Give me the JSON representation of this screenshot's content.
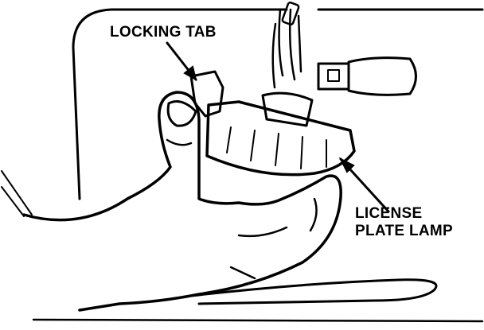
{
  "labels": {
    "locking_tab": "LOCKING TAB",
    "license_plate_lamp_line1": "LICENSE",
    "license_plate_lamp_line2": "PLATE LAMP"
  },
  "colors": {
    "ink": "#000000",
    "paper": "#ffffff"
  },
  "icons": [
    "arrow-locking-tab",
    "arrow-license-plate-lamp"
  ]
}
